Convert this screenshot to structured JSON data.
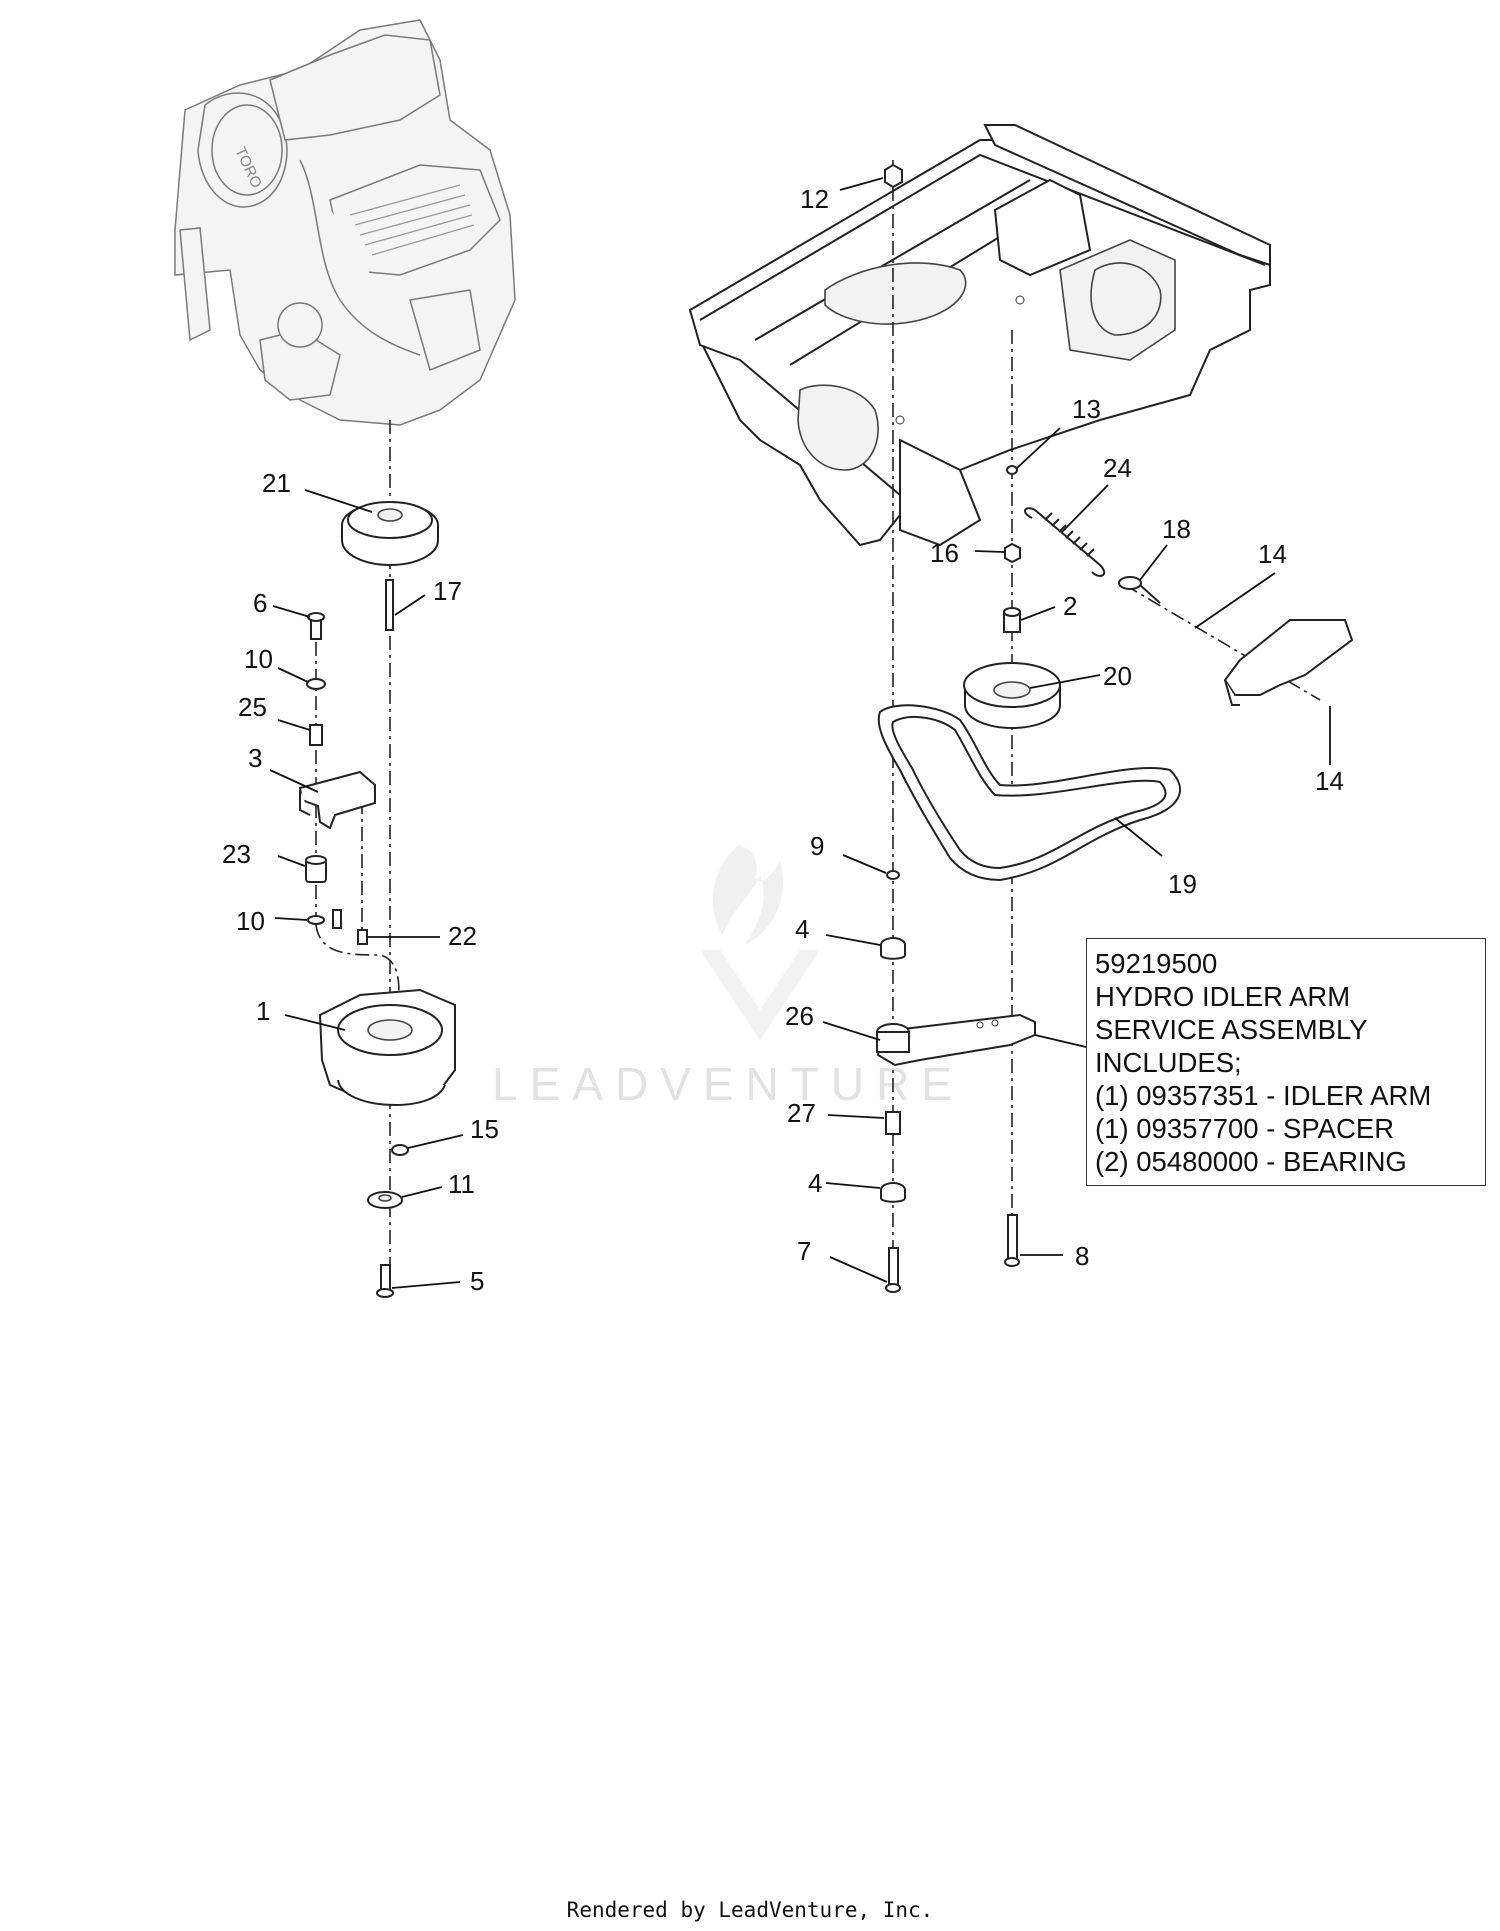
{
  "note": {
    "lines": [
      "59219500",
      "HYDRO IDLER ARM",
      "SERVICE ASSEMBLY",
      "INCLUDES;",
      "(1) 09357351 - IDLER ARM",
      "(1) 09357700 - SPACER",
      "(2) 05480000 - BEARING"
    ]
  },
  "watermark": "LEADVENTURE",
  "footer": "Rendered by LeadVenture, Inc.",
  "callouts": [
    {
      "label": "21"
    },
    {
      "label": "6"
    },
    {
      "label": "17"
    },
    {
      "label": "10"
    },
    {
      "label": "25"
    },
    {
      "label": "3"
    },
    {
      "label": "23"
    },
    {
      "label": "10"
    },
    {
      "label": "22"
    },
    {
      "label": "1"
    },
    {
      "label": "15"
    },
    {
      "label": "11"
    },
    {
      "label": "5"
    },
    {
      "label": "12"
    },
    {
      "label": "13"
    },
    {
      "label": "24"
    },
    {
      "label": "16"
    },
    {
      "label": "18"
    },
    {
      "label": "14"
    },
    {
      "label": "2"
    },
    {
      "label": "20"
    },
    {
      "label": "14"
    },
    {
      "label": "9"
    },
    {
      "label": "19"
    },
    {
      "label": "4"
    },
    {
      "label": "26"
    },
    {
      "label": "27"
    },
    {
      "label": "4"
    },
    {
      "label": "7"
    },
    {
      "label": "8"
    }
  ]
}
